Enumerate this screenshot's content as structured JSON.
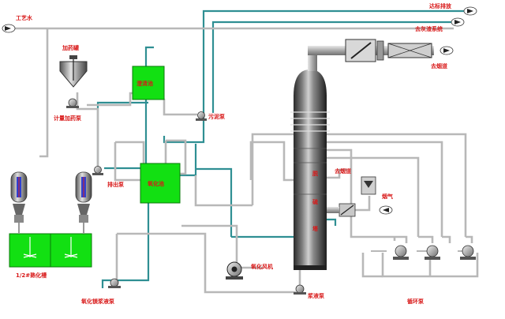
{
  "labels": {
    "process_water": "工艺水",
    "to_drain": "达标排放",
    "to_ash_system": "去灰渣系统",
    "to_chimney": "去烟道",
    "dosing_tank": "加药罐",
    "dosing_pump": "计量加药泵",
    "settling_tank": "澄清池",
    "sludge_pump": "污泥泵",
    "discharge_pump": "排出泵",
    "oxidation_tank": "氧化池",
    "curing_tank": "1/2#熟化槽",
    "mg_slurry_pump": "氧化镁浆液泵",
    "oxidation_fan": "氧化风机",
    "slurry_pump": "浆液泵",
    "circulation_pump": "循环泵",
    "flue_gas_in": "去烟道",
    "flue_gas": "烟气",
    "tower_text": [
      "脱",
      "硫",
      "塔"
    ]
  },
  "colors": {
    "water_line": "#2f8f93",
    "pipe": "#c8c8c8",
    "pipe_edge": "#8a8a8a",
    "tank_green": "#12e012",
    "label_red": "#d81818"
  }
}
